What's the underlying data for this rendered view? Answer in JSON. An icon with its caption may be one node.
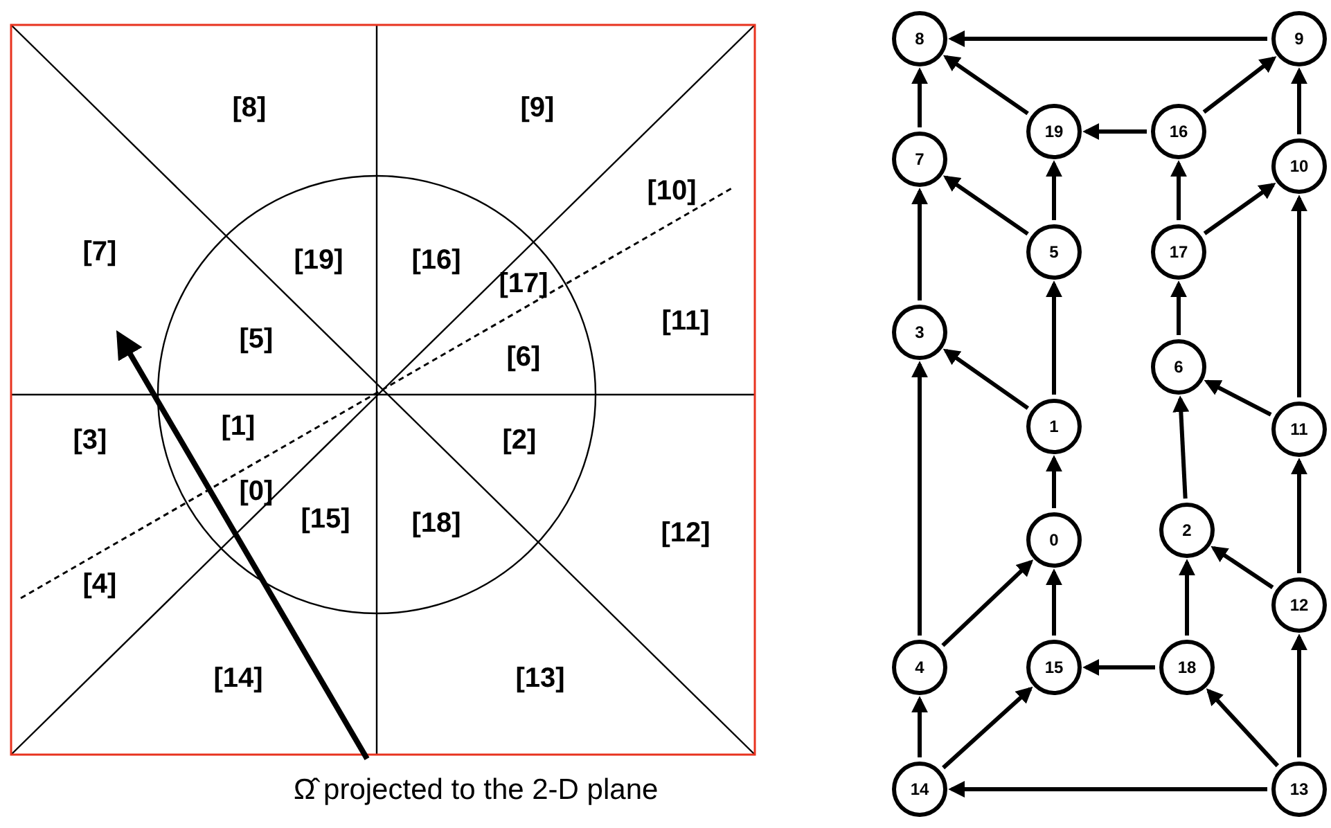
{
  "diagram": {
    "nodes": [
      {
        "text": [
          "0"
        ]
      },
      {
        "text": [
          "1"
        ]
      },
      {
        "text": [
          "2"
        ]
      },
      {
        "text": [
          "3"
        ]
      },
      {
        "text": [
          "4"
        ]
      },
      {
        "text": [
          "5"
        ]
      },
      {
        "text": [
          "6"
        ]
      },
      {
        "text": [
          "7"
        ]
      },
      {
        "text": [
          "8"
        ]
      },
      {
        "text": [
          "9"
        ]
      },
      {
        "text": [
          "10"
        ]
      },
      {
        "text": [
          "11"
        ]
      },
      {
        "text": [
          "12"
        ]
      },
      {
        "text": [
          "13"
        ]
      },
      {
        "text": [
          "14"
        ]
      },
      {
        "text": [
          "15"
        ]
      },
      {
        "text": [
          "16"
        ]
      },
      {
        "text": [
          "17"
        ]
      },
      {
        "text": [
          "18"
        ]
      },
      {
        "text": [
          "19"
        ]
      }
    ],
    "edges": [
      {
        "from": 9,
        "to": 8,
        "arrow": "to"
      },
      {
        "from": 19,
        "to": 8,
        "arrow": "to"
      },
      {
        "from": 7,
        "to": 8,
        "arrow": "to"
      },
      {
        "from": 16,
        "to": 19,
        "arrow": "to"
      },
      {
        "from": 16,
        "to": 9,
        "arrow": "to"
      },
      {
        "from": 10,
        "to": 9,
        "arrow": "to"
      },
      {
        "from": 5,
        "to": 7,
        "arrow": "to"
      },
      {
        "from": 5,
        "to": 19,
        "arrow": "to"
      },
      {
        "from": 17,
        "to": 16,
        "arrow": "to"
      },
      {
        "from": 17,
        "to": 10,
        "arrow": "to"
      },
      {
        "from": 3,
        "to": 7,
        "arrow": "to"
      },
      {
        "from": 1,
        "to": 5,
        "arrow": "to"
      },
      {
        "from": 1,
        "to": 3,
        "arrow": "to"
      },
      {
        "from": 6,
        "to": 17,
        "arrow": "to"
      },
      {
        "from": 11,
        "to": 6,
        "arrow": "to"
      },
      {
        "from": 11,
        "to": 10,
        "arrow": "to"
      },
      {
        "from": 0,
        "to": 1,
        "arrow": "to"
      },
      {
        "from": 2,
        "to": 6,
        "arrow": "to"
      },
      {
        "from": 12,
        "to": 11,
        "arrow": "to"
      },
      {
        "from": 4,
        "to": 3,
        "arrow": "to"
      },
      {
        "from": 4,
        "to": 0,
        "arrow": "to"
      },
      {
        "from": 15,
        "to": 0,
        "arrow": "to"
      },
      {
        "from": 18,
        "to": 15,
        "arrow": "to"
      },
      {
        "from": 18,
        "to": 2,
        "arrow": "to"
      },
      {
        "from": 12,
        "to": 2,
        "arrow": "to"
      },
      {
        "from": 13,
        "to": 12,
        "arrow": "to"
      },
      {
        "from": 13,
        "to": 18,
        "arrow": "to"
      },
      {
        "from": 13,
        "to": 14,
        "arrow": "to"
      },
      {
        "from": 14,
        "to": 4,
        "arrow": "to"
      },
      {
        "from": 14,
        "to": 15,
        "arrow": "to"
      }
    ],
    "labels": [
      "[8]",
      "[9]",
      "[10]",
      "[7]",
      "[19]",
      "[16]",
      "[17]",
      "[11]",
      "[5]",
      "[6]",
      "[1]",
      "[3]",
      "[2]",
      "[0]",
      "[15]",
      "[18]",
      "[12]",
      "[4]",
      "[14]",
      "[13]",
      "Ω̂ projected to the 2-D plane"
    ]
  }
}
